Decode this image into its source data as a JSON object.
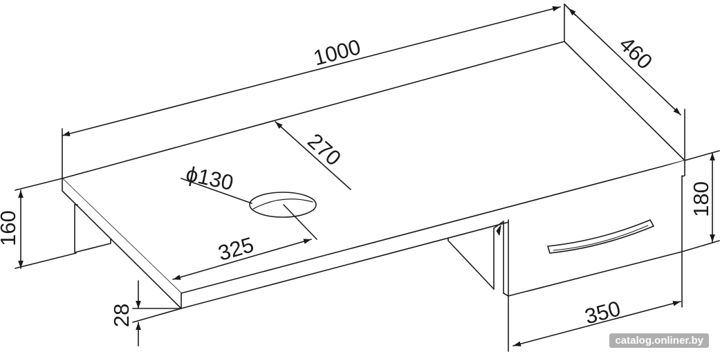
{
  "dimensions": {
    "length": "1000",
    "depth": "460",
    "hole_offset": "270",
    "hole_diameter": "ϕ130",
    "hole_position": "325",
    "height": "160",
    "drawer_height": "180",
    "thickness": "28",
    "drawer_width": "350"
  },
  "watermark": "catalog.onliner.by",
  "colors": {
    "line": "#1a1a1a",
    "background": "#ffffff"
  }
}
